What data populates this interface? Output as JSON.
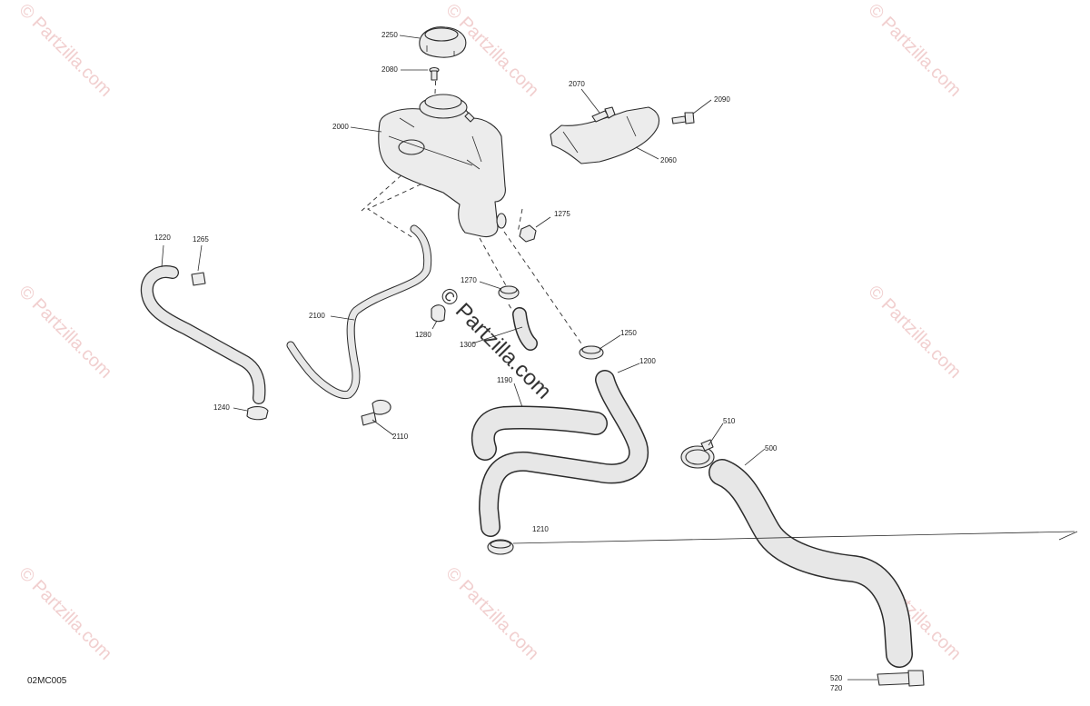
{
  "diagram_code": "02MC005",
  "watermark": {
    "text": "© Partzilla.com",
    "center_text": "© Partzilla.com"
  },
  "callouts": {
    "c2250": "2250",
    "c2080": "2080",
    "c2000": "2000",
    "c2070": "2070",
    "c2090": "2090",
    "c2060": "2060",
    "c1275": "1275",
    "c1220": "1220",
    "c1265": "1265",
    "c2100": "2100",
    "c1270": "1270",
    "c1280": "1280",
    "c1300": "1300",
    "c1250": "1250",
    "c1200": "1200",
    "c1190": "1190",
    "c1240": "1240",
    "c2110": "2110",
    "c510": "510",
    "c500": "500",
    "c1210": "1210",
    "c520": "520",
    "c720": "720"
  },
  "colors": {
    "line": "#2b2b2b",
    "fill": "#ececec",
    "watermark": "#f1cfcf"
  }
}
